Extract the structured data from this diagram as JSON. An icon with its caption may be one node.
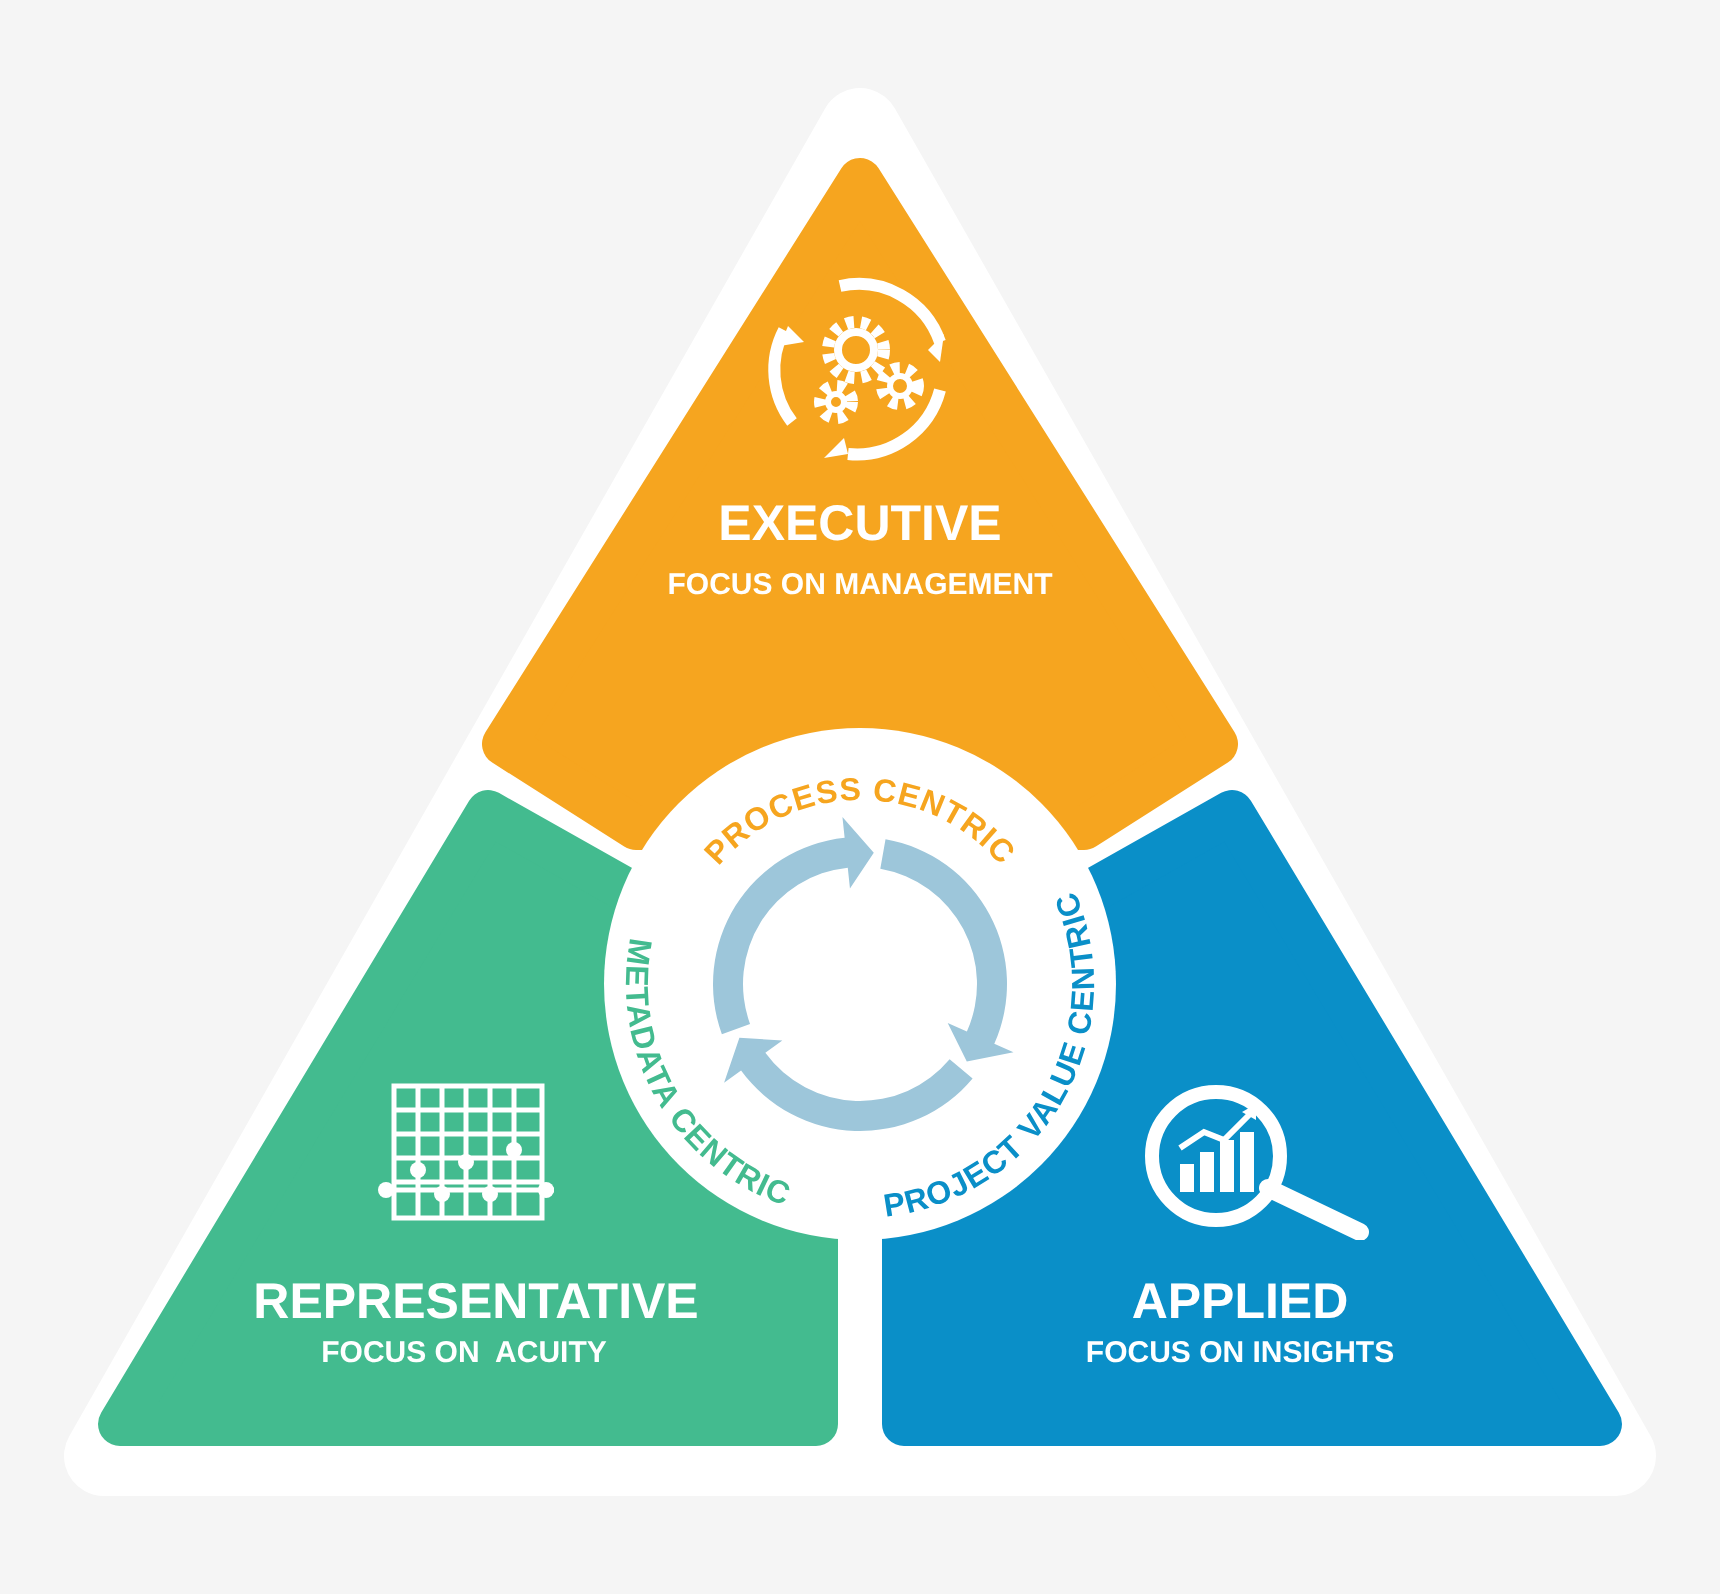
{
  "diagram": {
    "nodes": [
      {
        "text": [
          "EXECUTIVE",
          "FOCUS ON MANAGEMENT"
        ]
      },
      {
        "text": [
          "REPRESENTATIVE",
          "FOCUS ON  ACUITY"
        ]
      },
      {
        "text": [
          "APPLIED",
          "FOCUS ON INSIGHTS"
        ]
      }
    ],
    "labels": [
      "PROCESS CENTRIC",
      "METADATA CENTRIC",
      "PROJECT VALUE CENTRIC"
    ]
  }
}
